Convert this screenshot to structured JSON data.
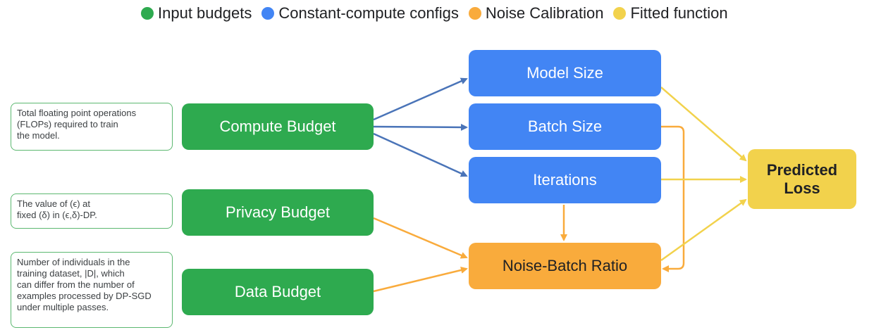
{
  "legend": [
    {
      "label": "Input budgets",
      "color": "#2eaa4f"
    },
    {
      "label": "Constant-compute configs",
      "color": "#4285f4"
    },
    {
      "label": "Noise Calibration",
      "color": "#f9ab3c"
    },
    {
      "label": "Fitted function",
      "color": "#f2d24c"
    }
  ],
  "nodes": {
    "compute_budget": "Compute Budget",
    "privacy_budget": "Privacy Budget",
    "data_budget": "Data Budget",
    "model_size": "Model Size",
    "batch_size": "Batch Size",
    "iterations": "Iterations",
    "noise_batch_ratio": "Noise-Batch Ratio",
    "predicted_loss_line1": "Predicted",
    "predicted_loss_line2": "Loss"
  },
  "notes": {
    "compute": [
      "Total floating point operations",
      "(FLOPs) required to train",
      "the model."
    ],
    "privacy": [
      "The value of (ϵ) at",
      "fixed (δ) in (ϵ,δ)-DP."
    ],
    "data": [
      "Number of individuals in the",
      "training dataset, |D|, which",
      "can differ from the number of",
      "examples processed by DP-SGD",
      "under multiple passes."
    ]
  },
  "colors": {
    "input": "#2eaa4f",
    "config": "#4285f4",
    "noise": "#f9ab3c",
    "fitted": "#f2d24c",
    "edge_blue": "#4a74b8"
  }
}
